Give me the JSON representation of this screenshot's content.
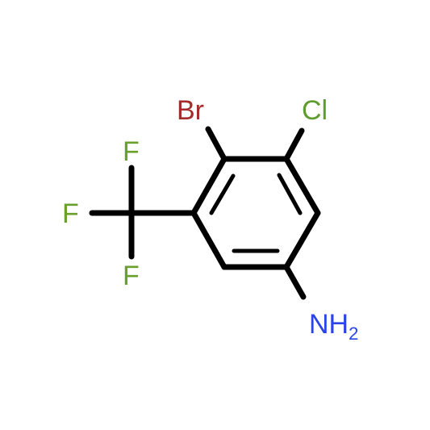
{
  "molecule": {
    "atoms": {
      "br": {
        "label": "Br",
        "color": "#a52a2a"
      },
      "cl": {
        "label": "Cl",
        "color": "#5f9b2f"
      },
      "f_top": {
        "label": "F",
        "color": "#6a9f2c"
      },
      "f_left": {
        "label": "F",
        "color": "#6a9f2c"
      },
      "f_bottom": {
        "label": "F",
        "color": "#6a9f2c"
      },
      "amine": {
        "label": "NH",
        "subscript": "2",
        "color": "#2b44e6"
      }
    },
    "bond_color": "#000000",
    "background": "#ffffff"
  }
}
